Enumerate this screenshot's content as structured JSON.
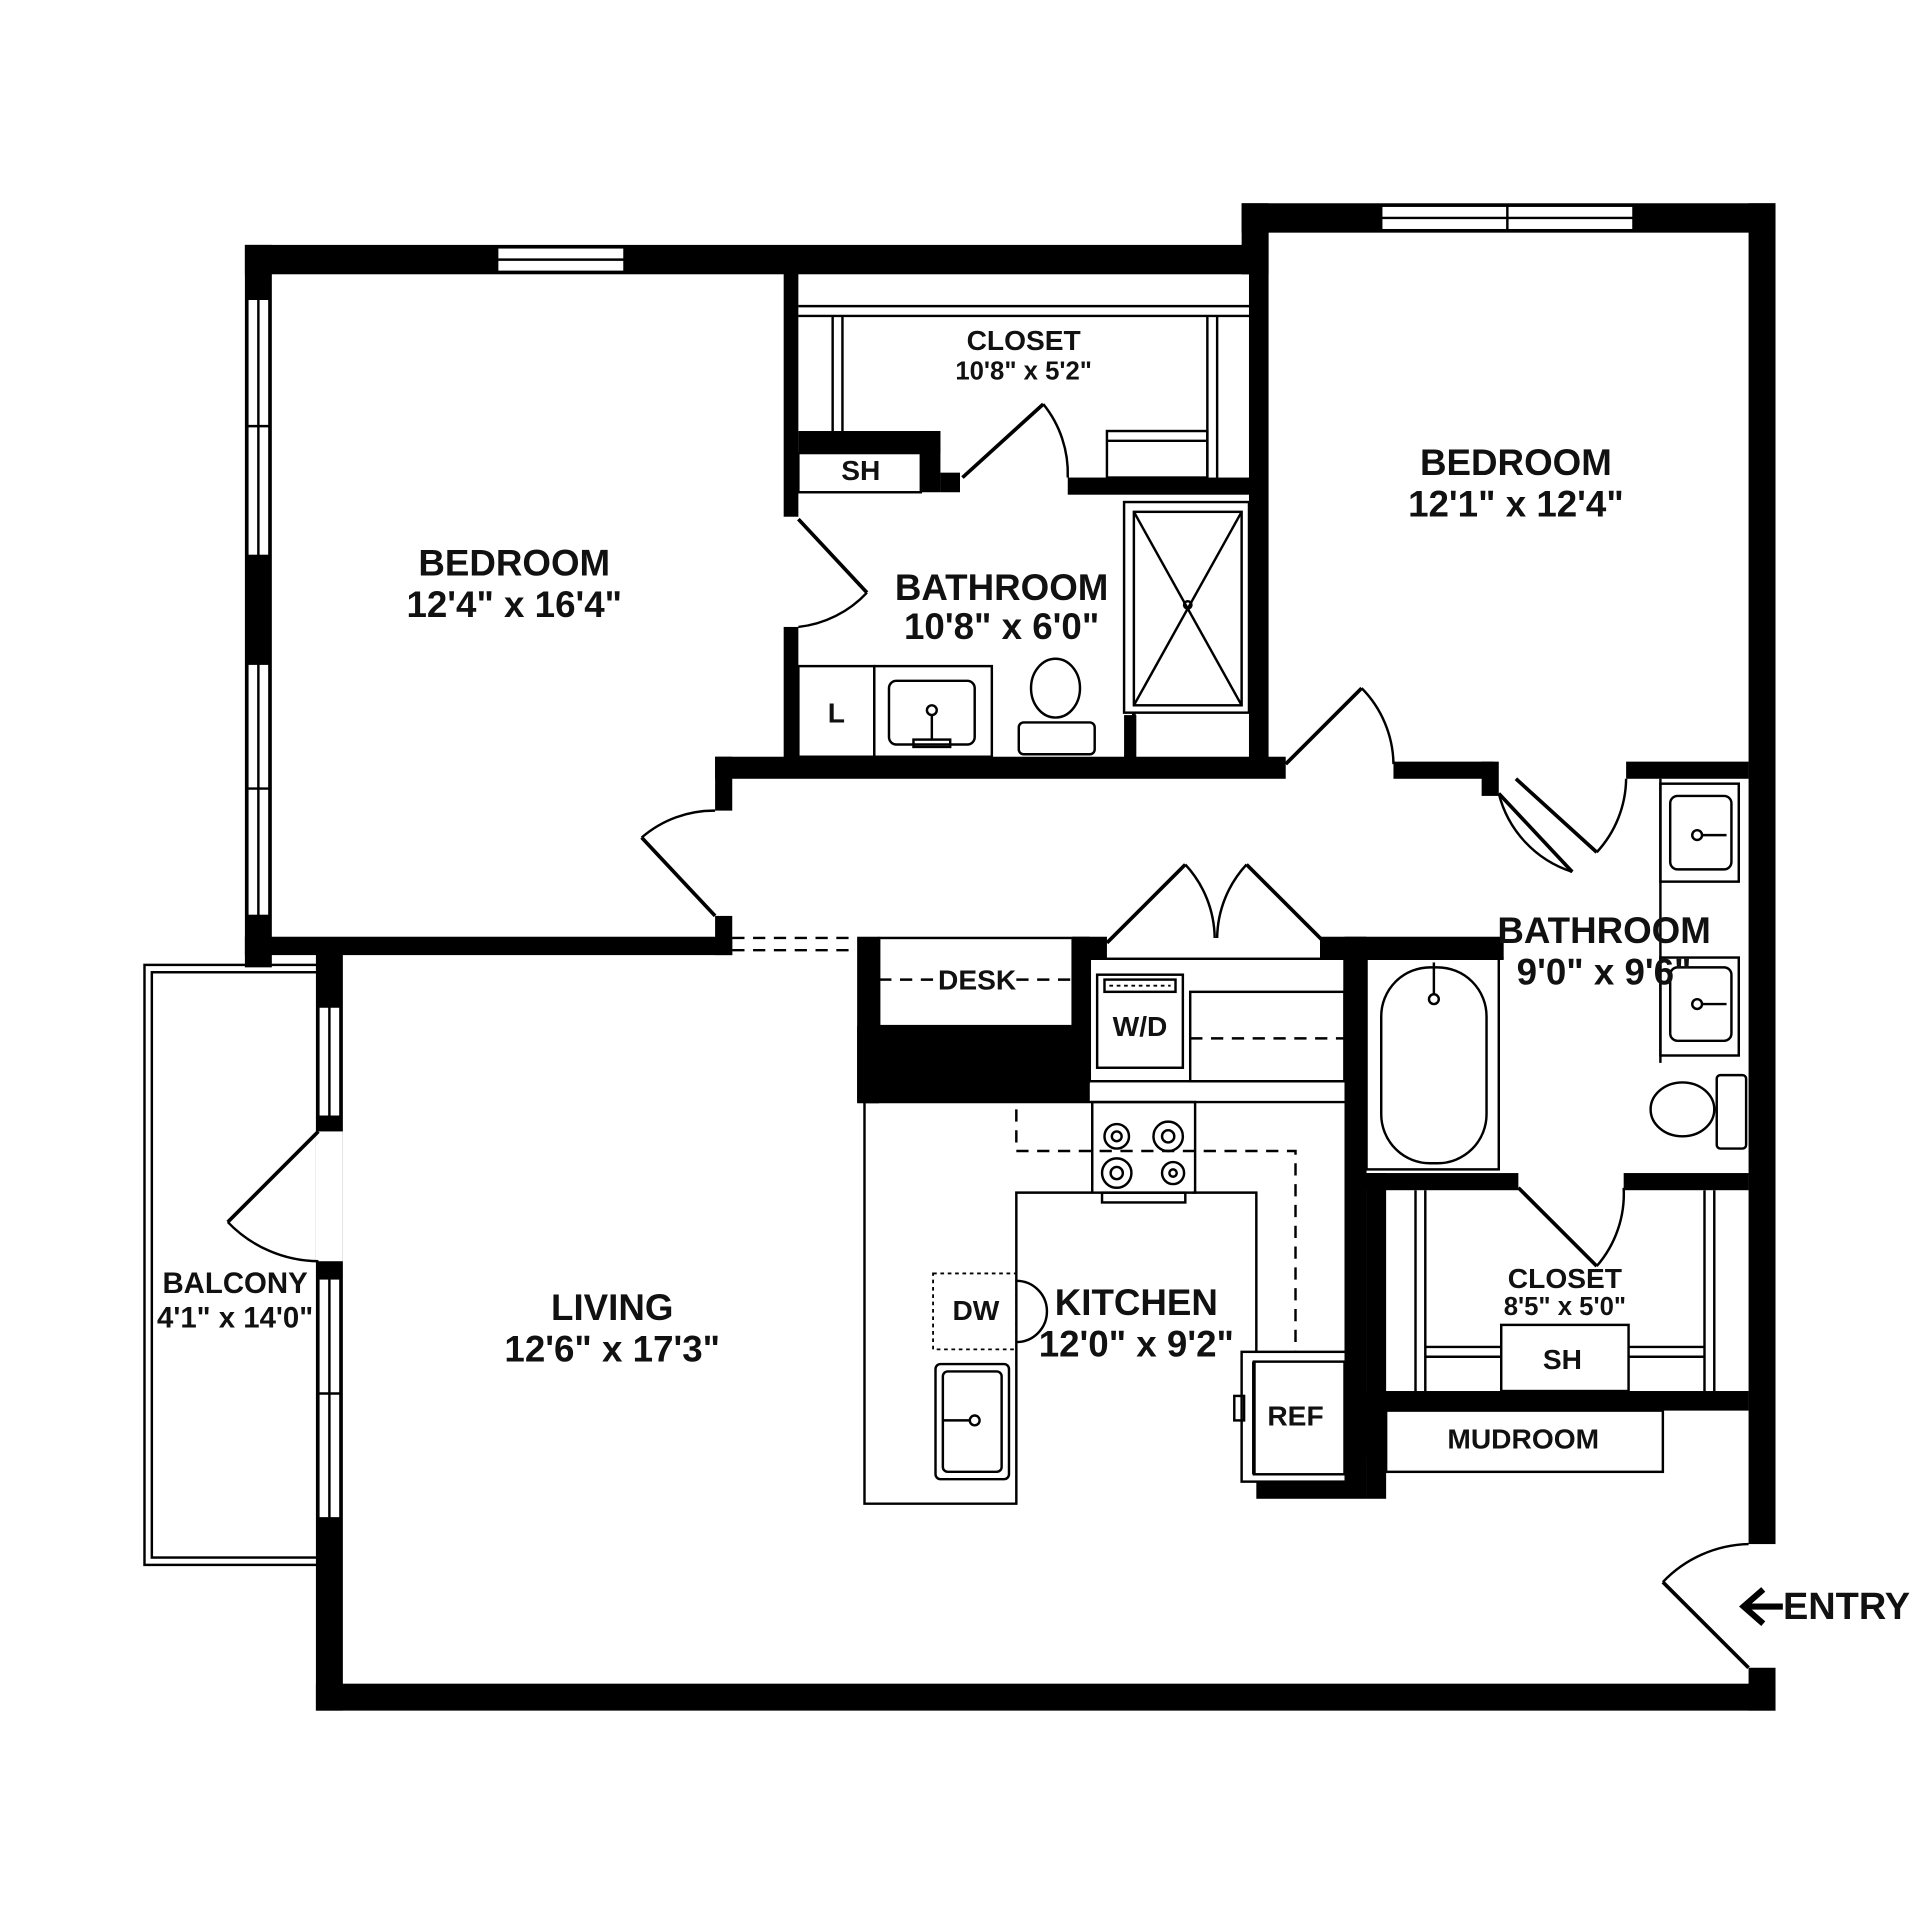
{
  "rooms": {
    "bedroom_left": {
      "name": "BEDROOM",
      "dims": "12'4\" x 16'4\""
    },
    "closet_top": {
      "name": "CLOSET",
      "dims": "10'8\" x 5'2\""
    },
    "bathroom_top": {
      "name": "BATHROOM",
      "dims": "10'8\" x 6'0\""
    },
    "bedroom_right": {
      "name": "BEDROOM",
      "dims": "12'1\" x 12'4\""
    },
    "bathroom_right": {
      "name": "BATHROOM",
      "dims": "9'0\" x 9'6\""
    },
    "closet_right": {
      "name": "CLOSET",
      "dims": "8'5\" x 5'0\""
    },
    "living": {
      "name": "LIVING",
      "dims": "12'6\" x 17'3\""
    },
    "kitchen": {
      "name": "KITCHEN",
      "dims": "12'0\" x 9'2\""
    },
    "balcony": {
      "name": "BALCONY",
      "dims": "4'1\" x 14'0\""
    },
    "mudroom": {
      "name": "MUDROOM"
    }
  },
  "fixtures": {
    "sh_top": "SH",
    "linen": "L",
    "desk": "DESK",
    "washer_dryer": "W/D",
    "dishwasher": "DW",
    "refrigerator": "REF",
    "sh_right": "SH"
  },
  "entry": {
    "label": "ENTRY",
    "arrow": "left-arrow-icon"
  }
}
